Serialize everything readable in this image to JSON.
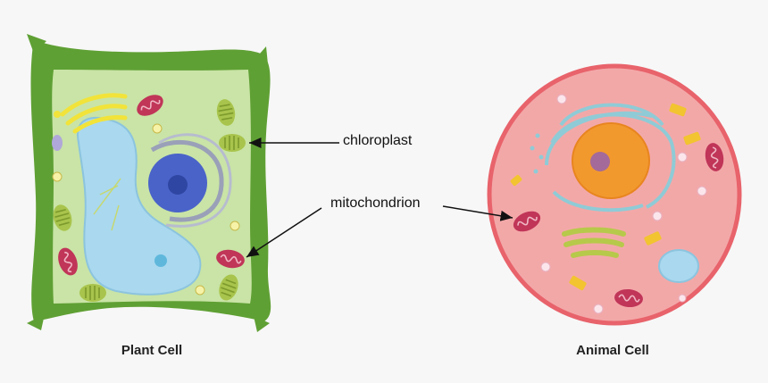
{
  "diagram": {
    "plant_caption": "Plant Cell",
    "animal_caption": "Animal Cell",
    "labels": {
      "chloroplast": "chloroplast",
      "mitochondrion": "mitochondrion"
    }
  },
  "colors": {
    "background": "#f7f7f7",
    "plant_wall": "#5fa034",
    "plant_cytoplasm": "#c9e4a6",
    "vacuole": "#a9d8ef",
    "nucleus_plant": "#4a63c9",
    "animal_membrane": "#e8636b",
    "animal_cytoplasm": "#f3a8a8",
    "nucleus_animal": "#f2992e",
    "mitochondrion": "#c03558",
    "chloroplast": "#a9c44c",
    "golgi": "#f2e33a",
    "er": "#8fcbd6"
  }
}
